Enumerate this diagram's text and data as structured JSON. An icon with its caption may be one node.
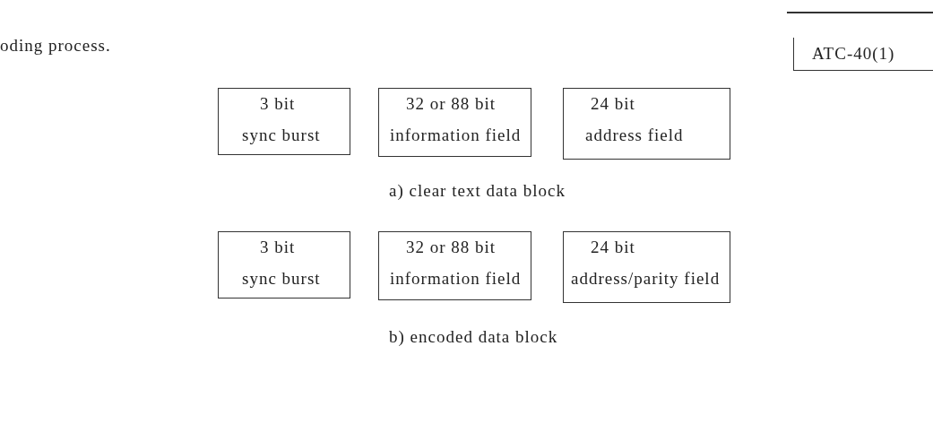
{
  "diagram": {
    "nodes": [
      {
        "text": [
          "ATC-40(1)"
        ]
      },
      {
        "text": [
          "3 bit",
          "sync burst"
        ]
      },
      {
        "text": [
          "32 or 88 bit",
          "information field"
        ]
      },
      {
        "text": [
          "24 bit",
          "address field"
        ]
      },
      {
        "text": [
          "3 bit",
          "sync burst"
        ]
      },
      {
        "text": [
          "32 or 88 bit",
          "information field"
        ]
      },
      {
        "text": [
          "24 bit",
          "address/parity field"
        ]
      }
    ],
    "edges": [],
    "labels": [
      "oding process.",
      "a) clear text data block",
      "b) encoded data block"
    ]
  }
}
